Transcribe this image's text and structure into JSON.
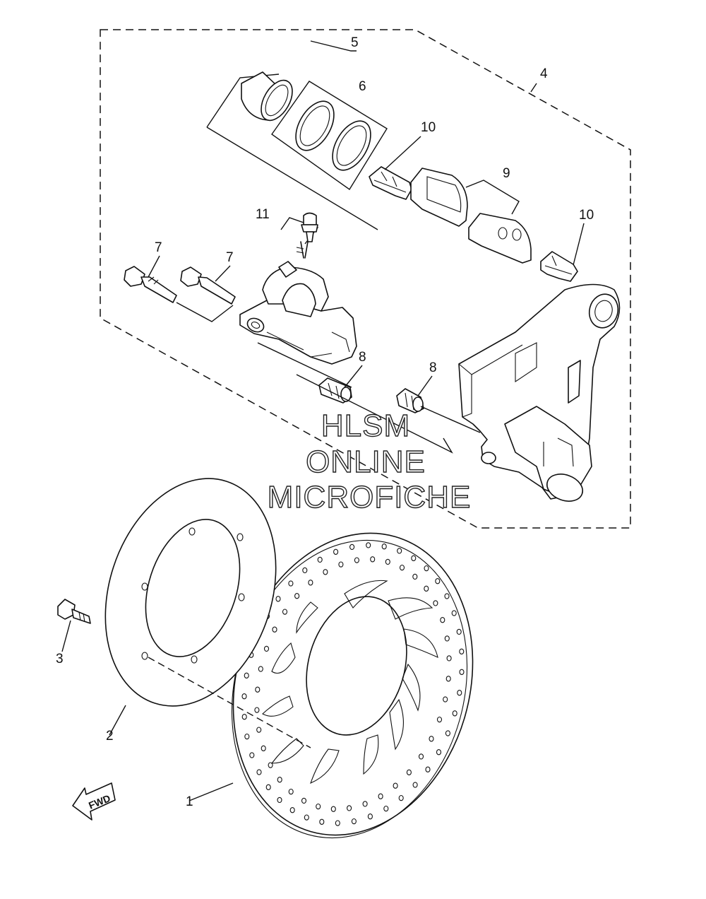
{
  "callouts": {
    "c1": "1",
    "c2": "2",
    "c3": "3",
    "c4": "4",
    "c5": "5",
    "c6": "6",
    "c7a": "7",
    "c7b": "7",
    "c8a": "8",
    "c8b": "8",
    "c9": "9",
    "c10a": "10",
    "c10b": "10",
    "c11": "11"
  },
  "watermark": {
    "line1": "HLSM",
    "line2": "ONLINE",
    "line3": "MICROFICHE"
  },
  "direction_arrow": {
    "label": "FWD"
  },
  "colors": {
    "line": "#111111",
    "background": "#ffffff"
  }
}
